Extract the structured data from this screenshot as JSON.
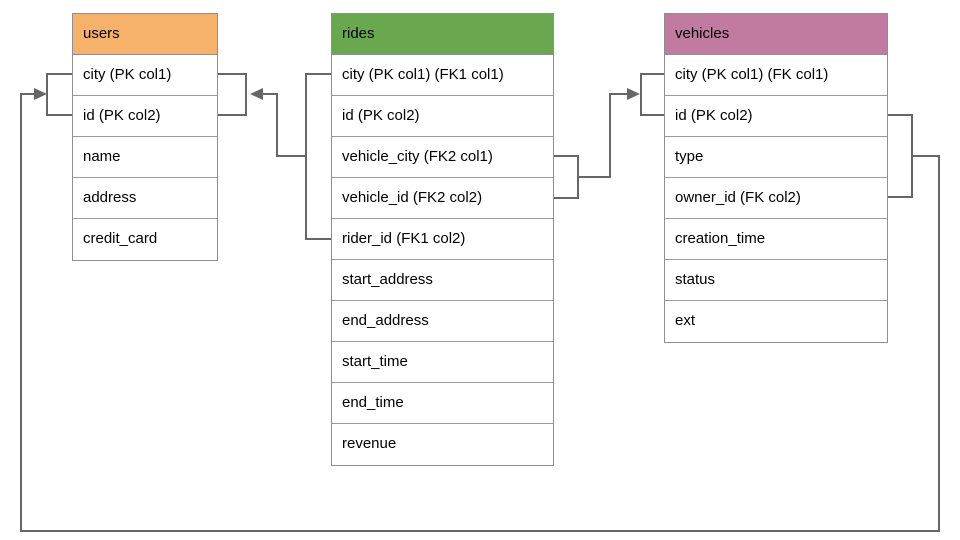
{
  "diagram": {
    "background_color": "#ffffff",
    "connector_color": "#666666",
    "cell_border_color": "#8f8f8f",
    "tables": [
      {
        "name": "users",
        "header_color": "#F6B26B",
        "columns": [
          "city (PK col1)",
          "id (PK col2)",
          "name",
          "address",
          "credit_card"
        ]
      },
      {
        "name": "rides",
        "header_color": "#6AA84F",
        "columns": [
          "city (PK col1) (FK1 col1)",
          "id (PK col2)",
          "vehicle_city (FK2 col1)",
          "vehicle_id (FK2 col2)",
          "rider_id (FK1 col2)",
          "start_address",
          "end_address",
          "start_time",
          "end_time",
          "revenue"
        ]
      },
      {
        "name": "vehicles",
        "header_color": "#C27BA0",
        "columns": [
          "city (PK col1) (FK col1)",
          "id (PK col2)",
          "type",
          "owner_id (FK col2)",
          "creation_time",
          "status",
          "ext"
        ]
      }
    ],
    "relationships": [
      {
        "name": "rides-fk1-users",
        "from": "rides (city, rider_id)",
        "to": "users (city, id)"
      },
      {
        "name": "rides-fk2-vehicles",
        "from": "rides (vehicle_city, vehicle_id)",
        "to": "vehicles (city, id)"
      },
      {
        "name": "vehicles-fk-users",
        "from": "vehicles (city, owner_id)",
        "to": "users (city, id)"
      }
    ]
  }
}
